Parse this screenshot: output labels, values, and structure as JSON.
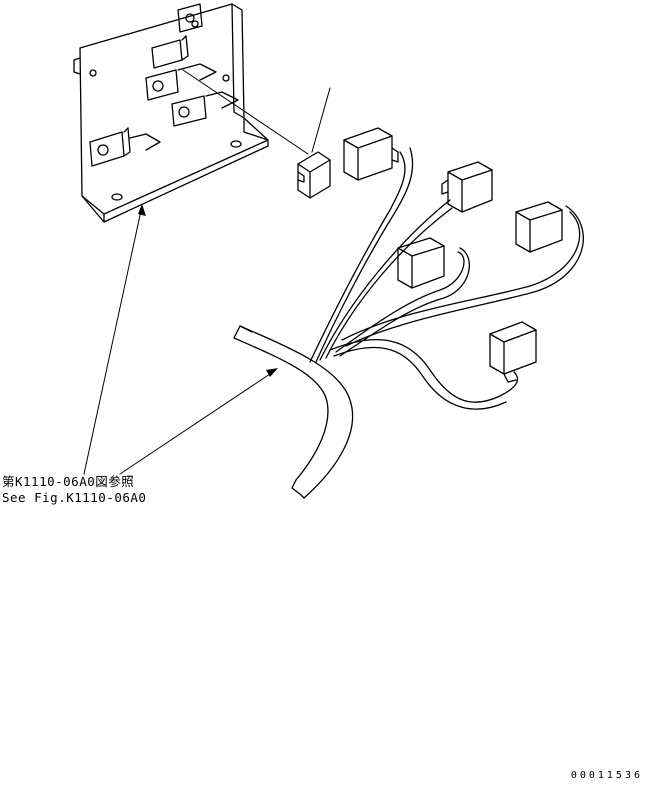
{
  "callout": {
    "reference_jp": "第K1110-06A0図参照",
    "reference_en": "See Fig.K1110-06A0"
  },
  "drawing_number": "00011536",
  "icons": {
    "bracket": "mounting-bracket-icon",
    "connector": "connector-icon",
    "harness": "wire-harness-icon"
  },
  "colors": {
    "line": "#000000",
    "background": "#ffffff"
  }
}
